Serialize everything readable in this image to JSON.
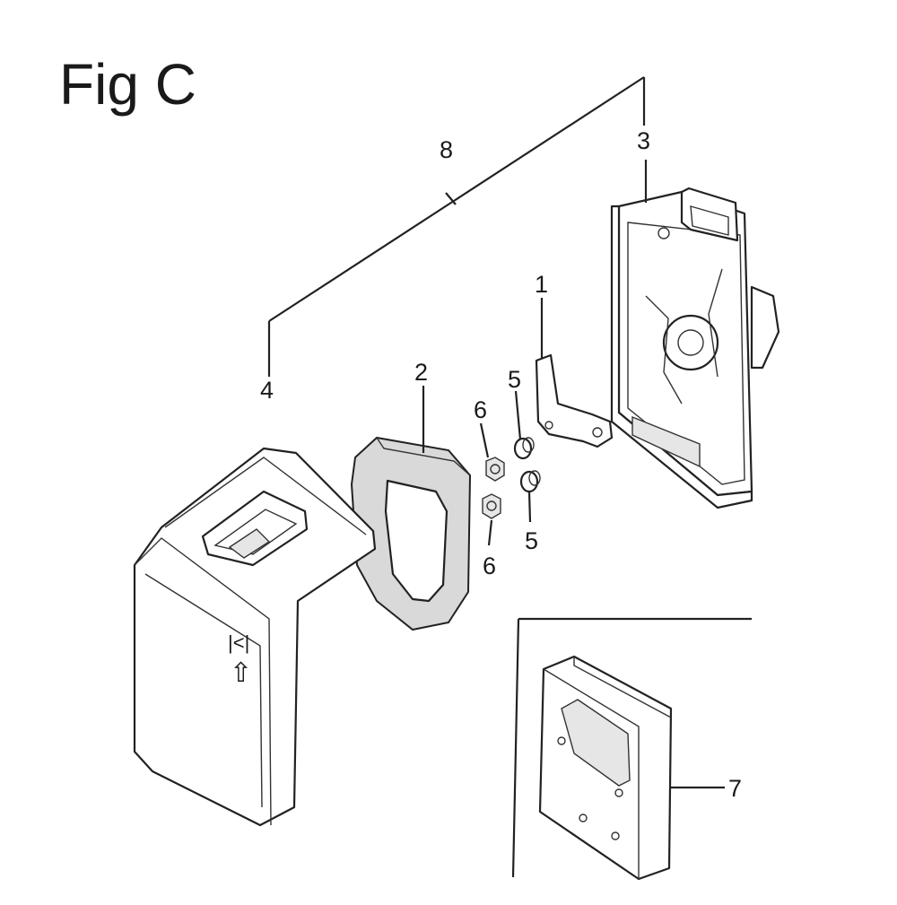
{
  "figure": {
    "title": "Fig C",
    "callouts": {
      "c1": "1",
      "c2": "2",
      "c3": "3",
      "c4": "4",
      "c5a": "5",
      "c5b": "5",
      "c6a": "6",
      "c6b": "6",
      "c7": "7",
      "c8": "8"
    },
    "cover_marks": {
      "symbol": "|<|",
      "arrow": "⇧"
    }
  }
}
